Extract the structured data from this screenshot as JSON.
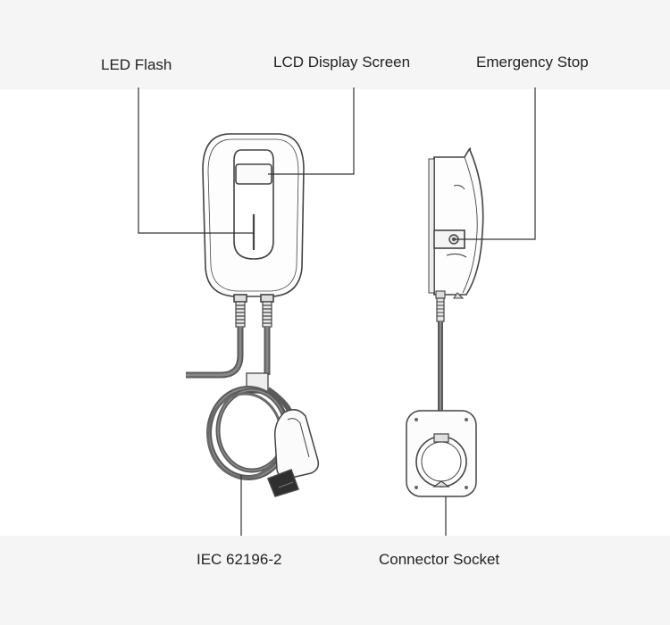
{
  "callouts": {
    "led_flash": "LED Flash",
    "lcd_display": "LCD Display Screen",
    "emergency_stop": "Emergency Stop",
    "iec_connector": "IEC 62196-2",
    "connector_socket": "Connector Socket"
  },
  "colors": {
    "outline": "#444444",
    "leader_line": "#333333",
    "cable": "#5a5a5a",
    "band": "#f5f5f5",
    "background": "#ffffff"
  }
}
